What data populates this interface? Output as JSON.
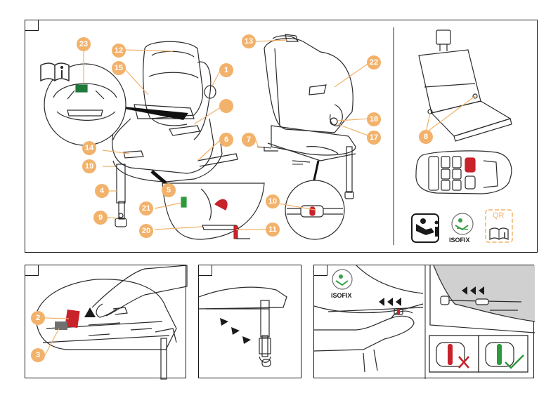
{
  "colors": {
    "accent_orange": "#f2b26b",
    "line": "#2a2a2a",
    "red": "#c8222b",
    "green": "#2e9a3e",
    "isofix_green": "#3aa048",
    "panel_gray": "#d0d0d0"
  },
  "main": {
    "callouts": [
      "1",
      "4",
      "5",
      "6",
      "7",
      "8",
      "9",
      "10",
      "11",
      "12",
      "13",
      "14",
      "15",
      "17",
      "18",
      "19",
      "20",
      "21",
      "22",
      "23"
    ],
    "icons": [
      "manual-icon",
      "seat-child-icon",
      "isofix-logo-icon",
      "qr-manual-icon"
    ],
    "isofix_label": "ISOFIX",
    "qr_label": "QR"
  },
  "step_a": {
    "callouts": [
      "2",
      "3"
    ]
  },
  "step_c": {
    "isofix_label": "ISOFIX",
    "status_wrong": "red-indicator-cross",
    "status_right": "green-indicator-check"
  }
}
